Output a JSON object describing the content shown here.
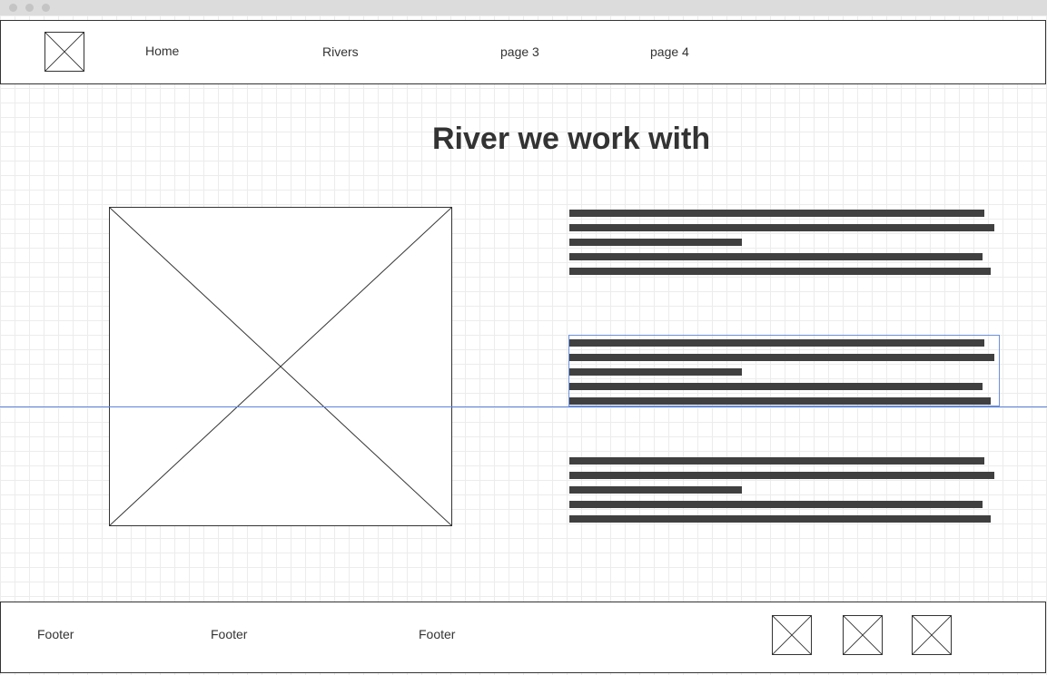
{
  "nav": {
    "items": [
      {
        "label": "Home"
      },
      {
        "label": "Rivers"
      },
      {
        "label": "page 3"
      },
      {
        "label": "page 4"
      }
    ]
  },
  "main": {
    "title": "River we work with"
  },
  "footer": {
    "links": [
      {
        "label": "Footer"
      },
      {
        "label": "Footer"
      },
      {
        "label": "Footer"
      }
    ]
  },
  "colors": {
    "grid": "#ececec",
    "border": "#333333",
    "text_bars": "#404040",
    "selection": "#6d8fd8",
    "guide": "#5b84dd"
  },
  "icons": {
    "logo": "image-placeholder-icon",
    "main_image": "image-placeholder-icon",
    "social": [
      "image-placeholder-icon",
      "image-placeholder-icon",
      "image-placeholder-icon"
    ]
  }
}
